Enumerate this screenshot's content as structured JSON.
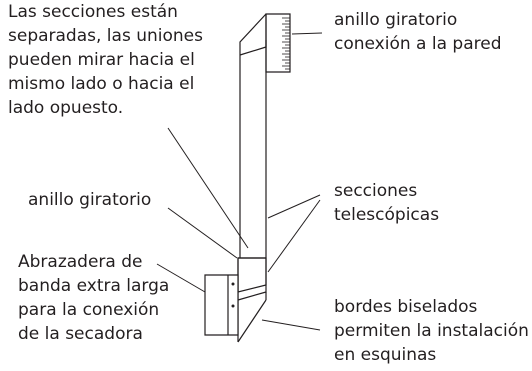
{
  "labels": {
    "sections_note": {
      "lines": [
        "Las secciones están",
        "separadas, las uniones",
        "pueden mirar hacia el",
        "mismo lado o hacia el",
        "lado opuesto."
      ]
    },
    "swivel_ring_wall": {
      "lines": [
        "anillo giratorio",
        "conexión a la pared"
      ]
    },
    "swivel_ring": {
      "lines": [
        "anillo giratorio"
      ]
    },
    "telescopic_sections": {
      "lines": [
        "secciones",
        "telescópicas"
      ]
    },
    "band_clamp": {
      "lines": [
        "Abrazadera de",
        "banda extra larga",
        "para la conexión",
        "de la secadora"
      ]
    },
    "beveled_edges": {
      "lines": [
        "bordes biselados",
        "permiten la instalación",
        "en esquinas"
      ]
    }
  },
  "colors": {
    "ink": "#231f20",
    "background": "#ffffff"
  }
}
